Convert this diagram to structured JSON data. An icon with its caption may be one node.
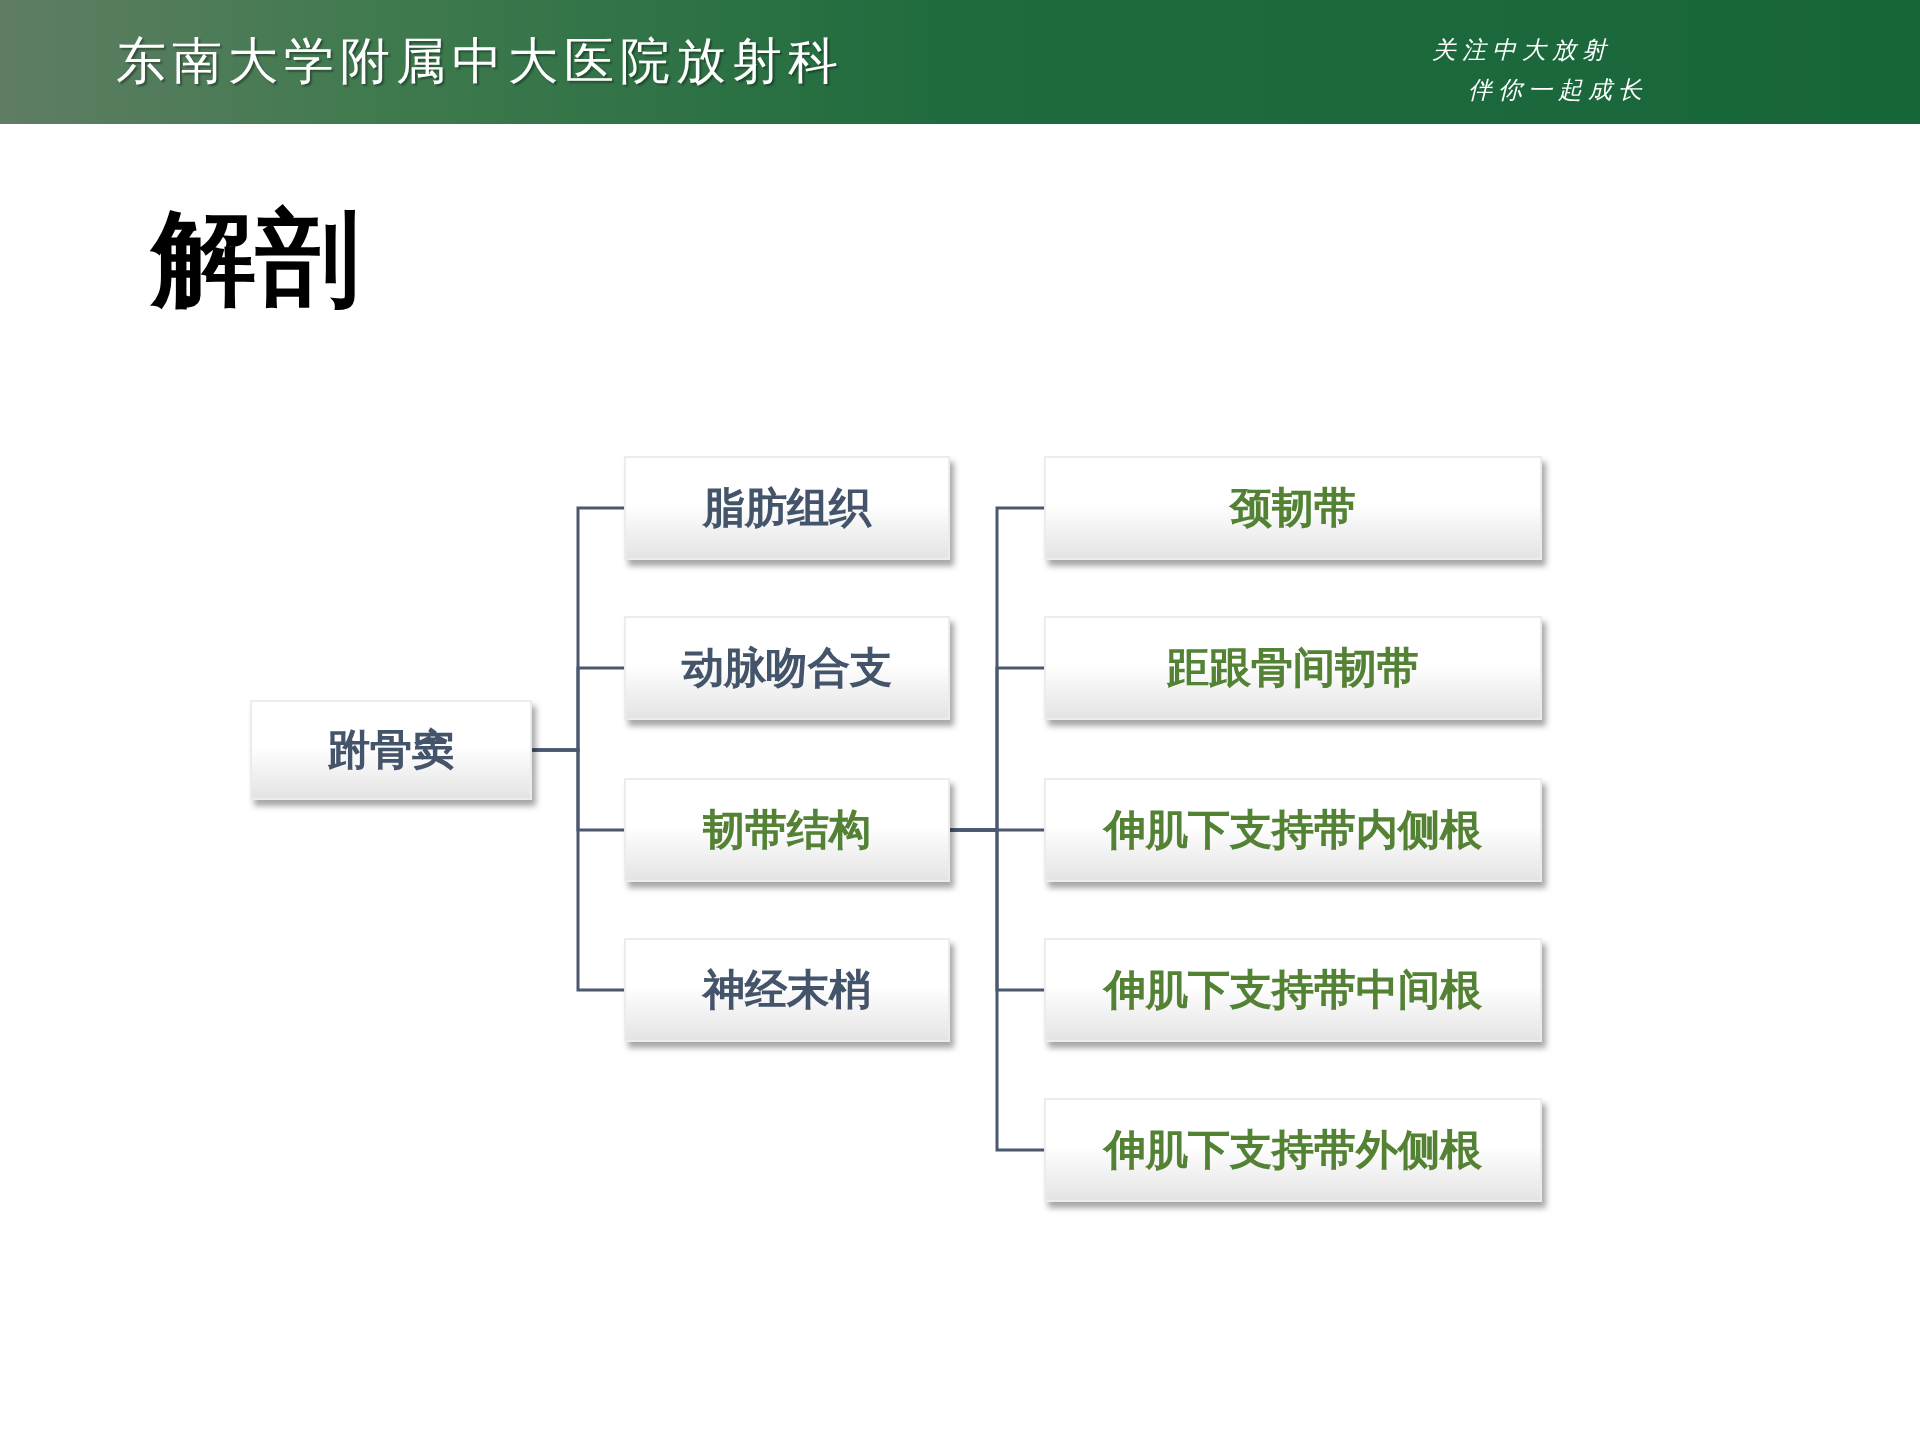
{
  "diagram": {
    "title": "解剖",
    "nodes": [
      {
        "text": [
          "跗骨窦"
        ]
      },
      {
        "text": [
          "脂肪组织"
        ]
      },
      {
        "text": [
          "动脉吻合支"
        ]
      },
      {
        "text": [
          "韧带结构"
        ]
      },
      {
        "text": [
          "神经末梢"
        ]
      },
      {
        "text": [
          "颈韧带"
        ]
      },
      {
        "text": [
          "距跟骨间韧带"
        ]
      },
      {
        "text": [
          "伸肌下支持带内侧根"
        ]
      },
      {
        "text": [
          "伸肌下支持带中间根"
        ]
      },
      {
        "text": [
          "伸肌下支持带外侧根"
        ]
      }
    ],
    "edges": [
      {
        "from": 0,
        "to": 1,
        "arrow": "none"
      },
      {
        "from": 0,
        "to": 2,
        "arrow": "none"
      },
      {
        "from": 0,
        "to": 3,
        "arrow": "none"
      },
      {
        "from": 0,
        "to": 4,
        "arrow": "none"
      },
      {
        "from": 3,
        "to": 5,
        "arrow": "none"
      },
      {
        "from": 3,
        "to": 6,
        "arrow": "none"
      },
      {
        "from": 3,
        "to": 7,
        "arrow": "none"
      },
      {
        "from": 3,
        "to": 8,
        "arrow": "none"
      },
      {
        "from": 3,
        "to": 9,
        "arrow": "none"
      }
    ],
    "labels": [
      "东南大学附属中大医院放射科",
      "关注中大放射",
      "伴你一起成长"
    ]
  }
}
